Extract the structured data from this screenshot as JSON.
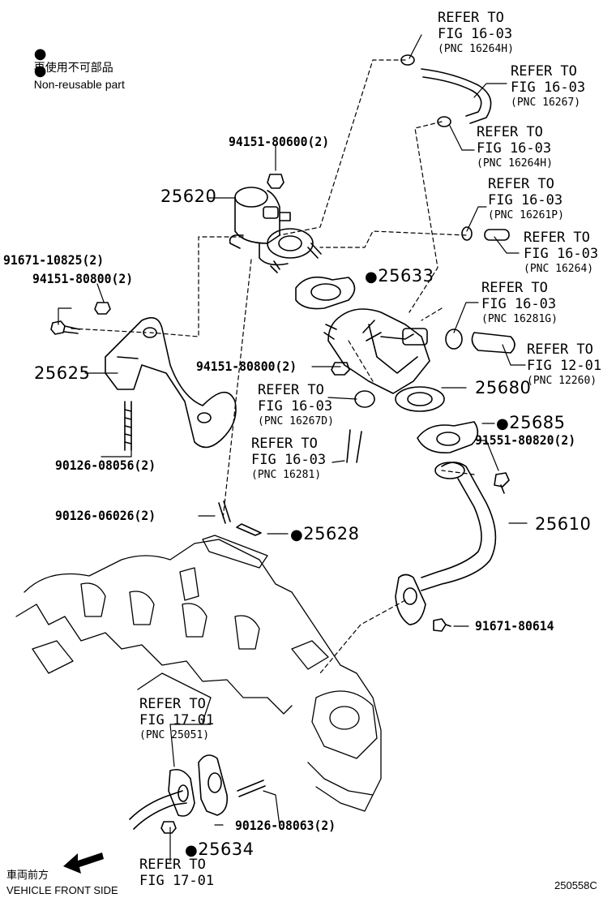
{
  "legend": {
    "symbol": "●",
    "jp": "再使用不可部品",
    "en": "Non-reusable part"
  },
  "parts": {
    "p25620": "25620",
    "p25625": "25625",
    "p25633": "25633",
    "p25680": "25680",
    "p25685": "25685",
    "p25610": "25610",
    "p25628": "25628",
    "p25634": "25634"
  },
  "fasteners": {
    "f94151_80600": "94151-80600(2)",
    "f91671_10825": "91671-10825(2)",
    "f94151_80800_a": "94151-80800(2)",
    "f94151_80800_b": "94151-80800(2)",
    "f90126_08056": "90126-08056(2)",
    "f90126_06026": "90126-06026(2)",
    "f91551_80820": "91551-80820(2)",
    "f91671_80614": "91671-80614",
    "f90126_08063": "90126-08063(2)"
  },
  "refs": {
    "r1": {
      "l1": "REFER TO",
      "l2": "FIG 16-03",
      "l3": "(PNC 16264H)"
    },
    "r2": {
      "l1": "REFER TO",
      "l2": "FIG 16-03",
      "l3": "(PNC 16267)"
    },
    "r3": {
      "l1": "REFER TO",
      "l2": "FIG 16-03",
      "l3": "(PNC 16264H)"
    },
    "r4": {
      "l1": "REFER TO",
      "l2": "FIG 16-03",
      "l3": "(PNC 16261P)"
    },
    "r5": {
      "l1": "REFER TO",
      "l2": "FIG 16-03",
      "l3": "(PNC 16264)"
    },
    "r6": {
      "l1": "REFER TO",
      "l2": "FIG 16-03",
      "l3": "(PNC 16281G)"
    },
    "r7": {
      "l1": "REFER TO",
      "l2": "FIG 12-01",
      "l3": "(PNC 12260)"
    },
    "r8": {
      "l1": "REFER TO",
      "l2": "FIG 16-03",
      "l3": "(PNC 16267D)"
    },
    "r9": {
      "l1": "REFER TO",
      "l2": "FIG 16-03",
      "l3": "(PNC 16281)"
    },
    "r10": {
      "l1": "REFER TO",
      "l2": "FIG 17-01",
      "l3": "(PNC 25051)"
    },
    "r11": {
      "l1": "REFER TO",
      "l2": "FIG 17-01"
    }
  },
  "direction": {
    "jp": "車両前方",
    "en": "VEHICLE FRONT SIDE"
  },
  "figure_code": "250558C"
}
